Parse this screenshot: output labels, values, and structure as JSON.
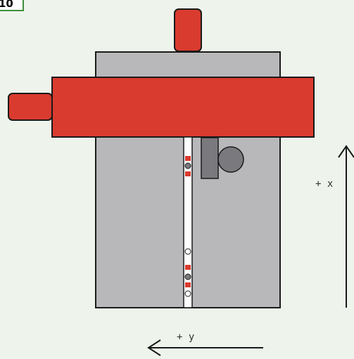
{
  "corner_label": "10",
  "axis_x_label": "+ x",
  "axis_y_label": "+ y",
  "colors": {
    "background": "#eef4ec",
    "body_gray": "#b8b8bb",
    "red": "#d93b2e",
    "dark_gray": "#7a7a7e",
    "outline": "#1a1a1a",
    "corner_border": "#3f8f3a"
  }
}
